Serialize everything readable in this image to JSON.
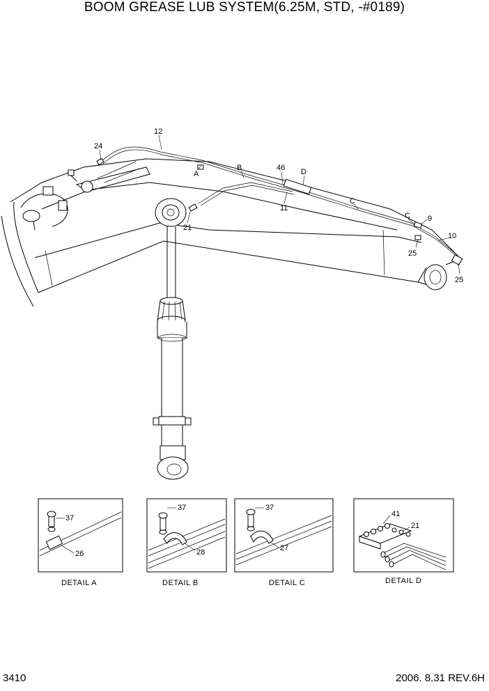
{
  "title": "BOOM GREASE LUB SYSTEM(6.25M, STD, -#0189)",
  "page_number": "3410",
  "revision": "2006. 8.31  REV.6H",
  "callouts": {
    "c12": "12",
    "c24": "24",
    "cA": "A",
    "cB": "B",
    "c46": "46",
    "cD": "D",
    "c11": "11",
    "c21": "21",
    "cC1": "C",
    "cC2": "C",
    "c9": "9",
    "c10": "10",
    "c25a": "25",
    "c25b": "25"
  },
  "details": [
    {
      "caption": "DETAIL  A",
      "parts": [
        "37",
        "26"
      ]
    },
    {
      "caption": "DETAIL  B",
      "parts": [
        "37",
        "28"
      ]
    },
    {
      "caption": "DETAIL  C",
      "parts": [
        "37",
        "27"
      ]
    },
    {
      "caption": "DETAIL  D",
      "parts": [
        "41",
        "21"
      ]
    }
  ]
}
